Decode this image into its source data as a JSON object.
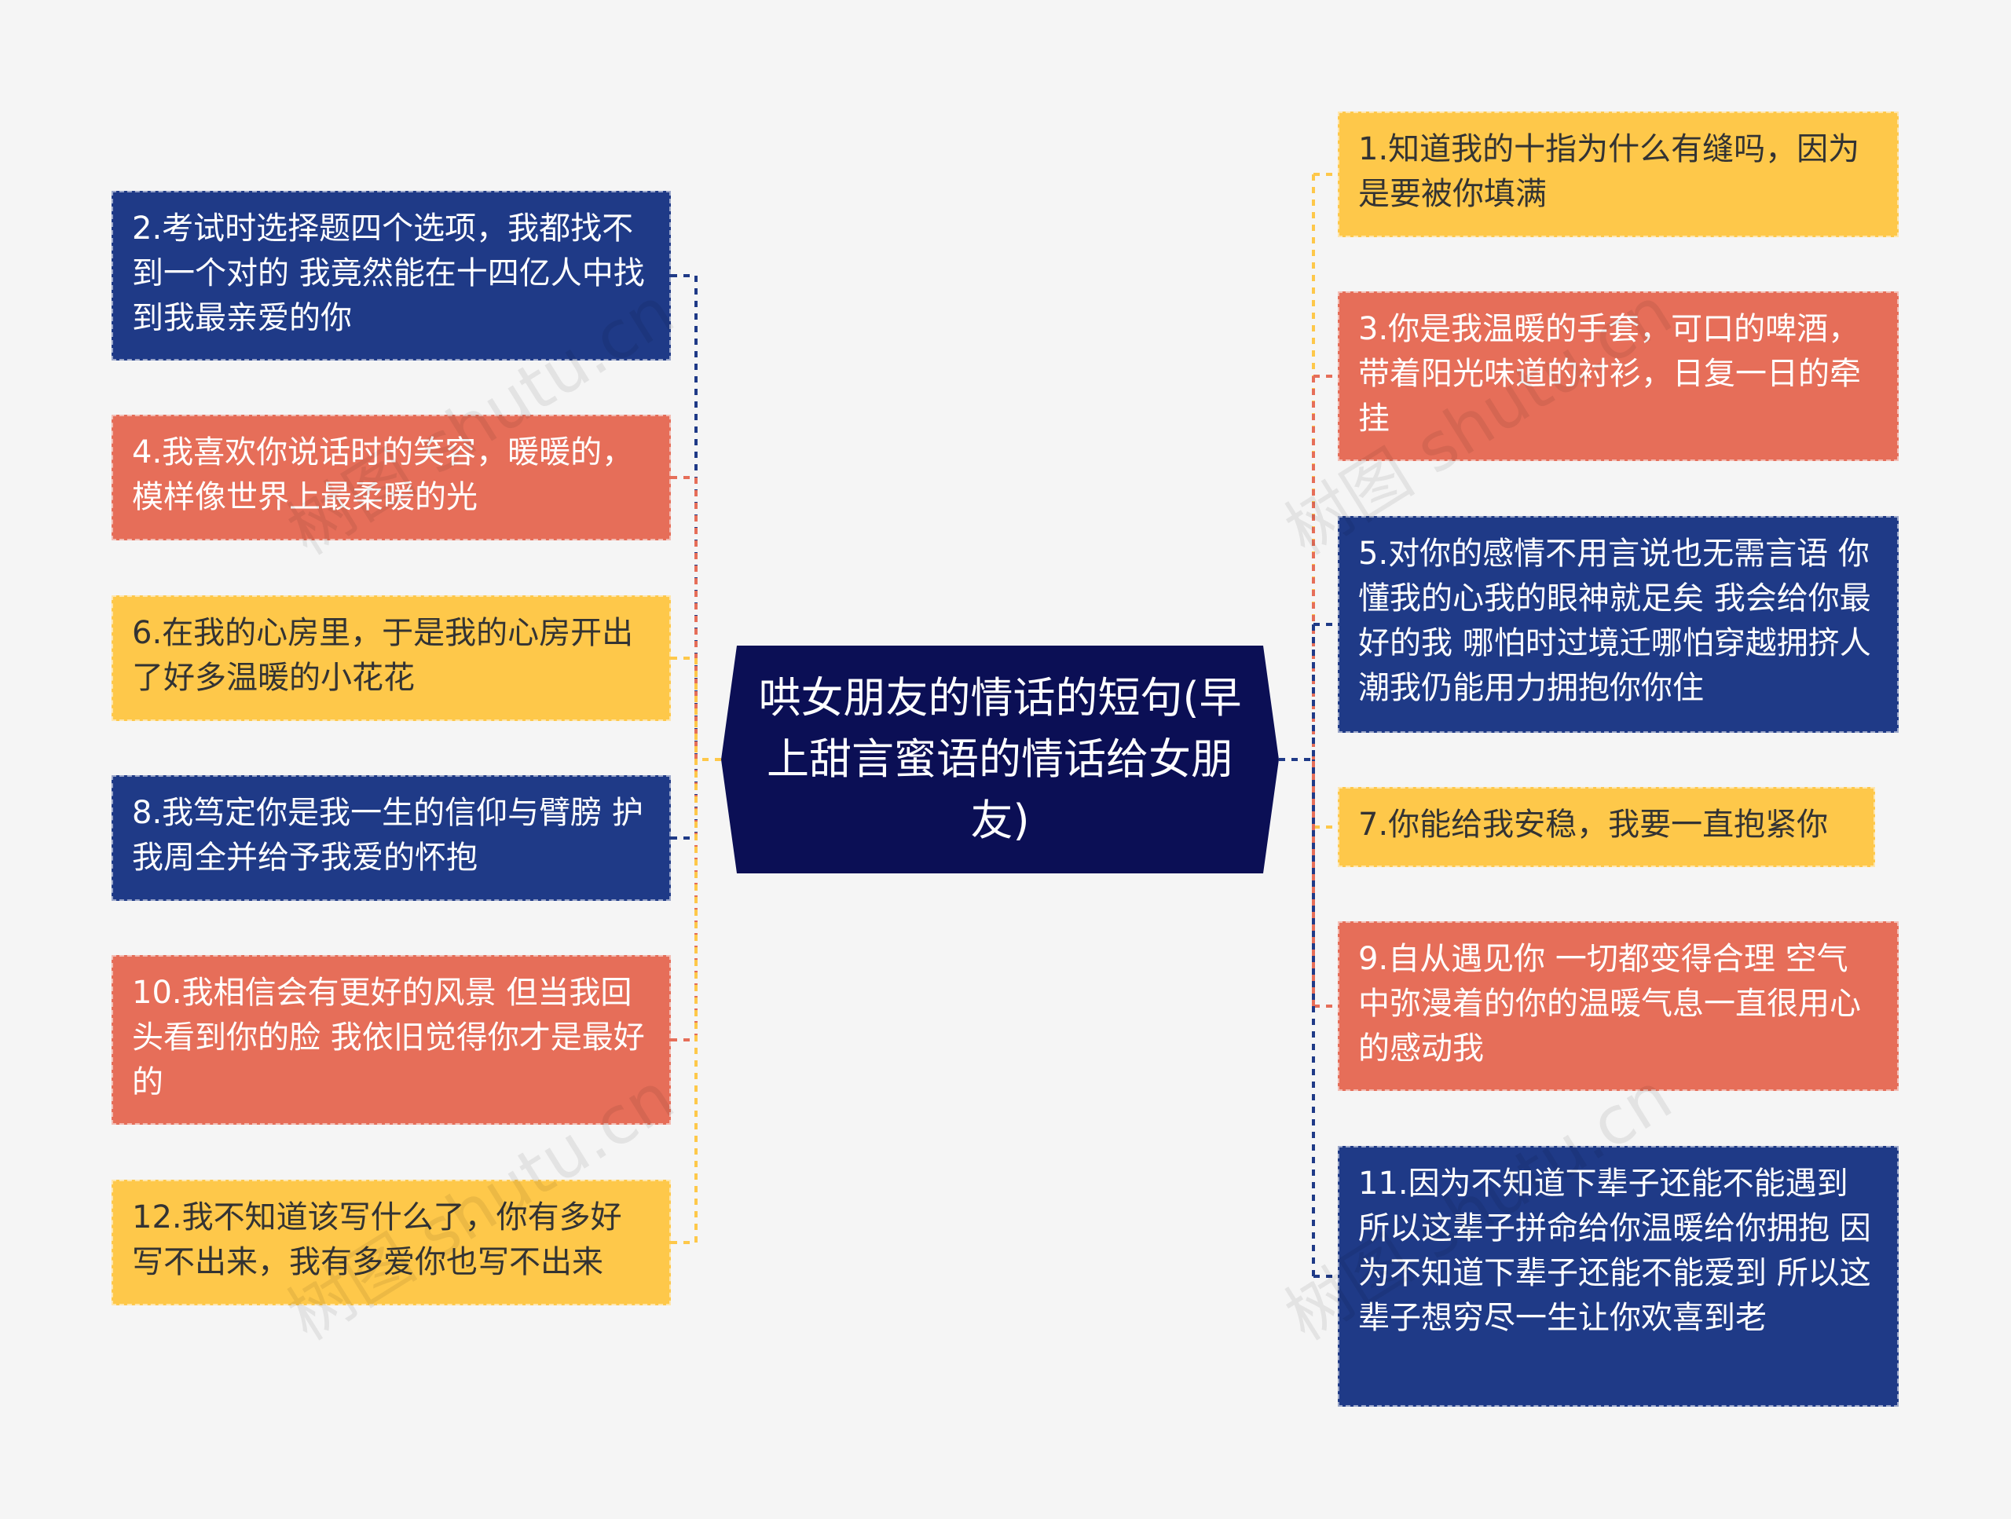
{
  "center": {
    "title": "哄女朋友的情话的短句(早上甜言蜜语的情话给女朋友)"
  },
  "colors": {
    "background": "#f5f5f5",
    "center": "#0b0f55",
    "yellow": "#fec84a",
    "red": "#e66e59",
    "blue": "#1f3a87"
  },
  "left_nodes": [
    {
      "text": "2.考试时选择题四个选项，我都找不到一个对的 我竟然能在十四亿人中找到我最亲爱的你",
      "color": "blue"
    },
    {
      "text": "4.我喜欢你说话时的笑容，暖暖的，模样像世界上最柔暖的光",
      "color": "red"
    },
    {
      "text": "6.在我的心房里，于是我的心房开出了好多温暖的小花花",
      "color": "yellow"
    },
    {
      "text": "8.我笃定你是我一生的信仰与臂膀 护我周全并给予我爱的怀抱",
      "color": "blue"
    },
    {
      "text": "10.我相信会有更好的风景 但当我回头看到你的脸 我依旧觉得你才是最好的",
      "color": "red"
    },
    {
      "text": "12.我不知道该写什么了，你有多好写不出来，我有多爱你也写不出来",
      "color": "yellow"
    }
  ],
  "right_nodes": [
    {
      "text": "1.知道我的十指为什么有缝吗，因为是要被你填满",
      "color": "yellow"
    },
    {
      "text": "3.你是我温暖的手套，可口的啤酒，带着阳光味道的衬衫，日复一日的牵挂",
      "color": "red"
    },
    {
      "text": "5.对你的感情不用言说也无需言语 你懂我的心我的眼神就足矣 我会给你最好的我 哪怕时过境迁哪怕穿越拥挤人潮我仍能用力拥抱你你住",
      "color": "blue"
    },
    {
      "text": "7.你能给我安稳，我要一直抱紧你",
      "color": "yellow"
    },
    {
      "text": "9.自从遇见你 一切都变得合理 空气中弥漫着的你的温暖气息一直很用心的感动我",
      "color": "red"
    },
    {
      "text": "11.因为不知道下辈子还能不能遇到 所以这辈子拼命给你温暖给你拥抱 因为不知道下辈子还能不能爱到 所以这辈子想穷尽一生让你欢喜到老",
      "color": "blue"
    }
  ],
  "watermark": "树图 shutu.cn"
}
